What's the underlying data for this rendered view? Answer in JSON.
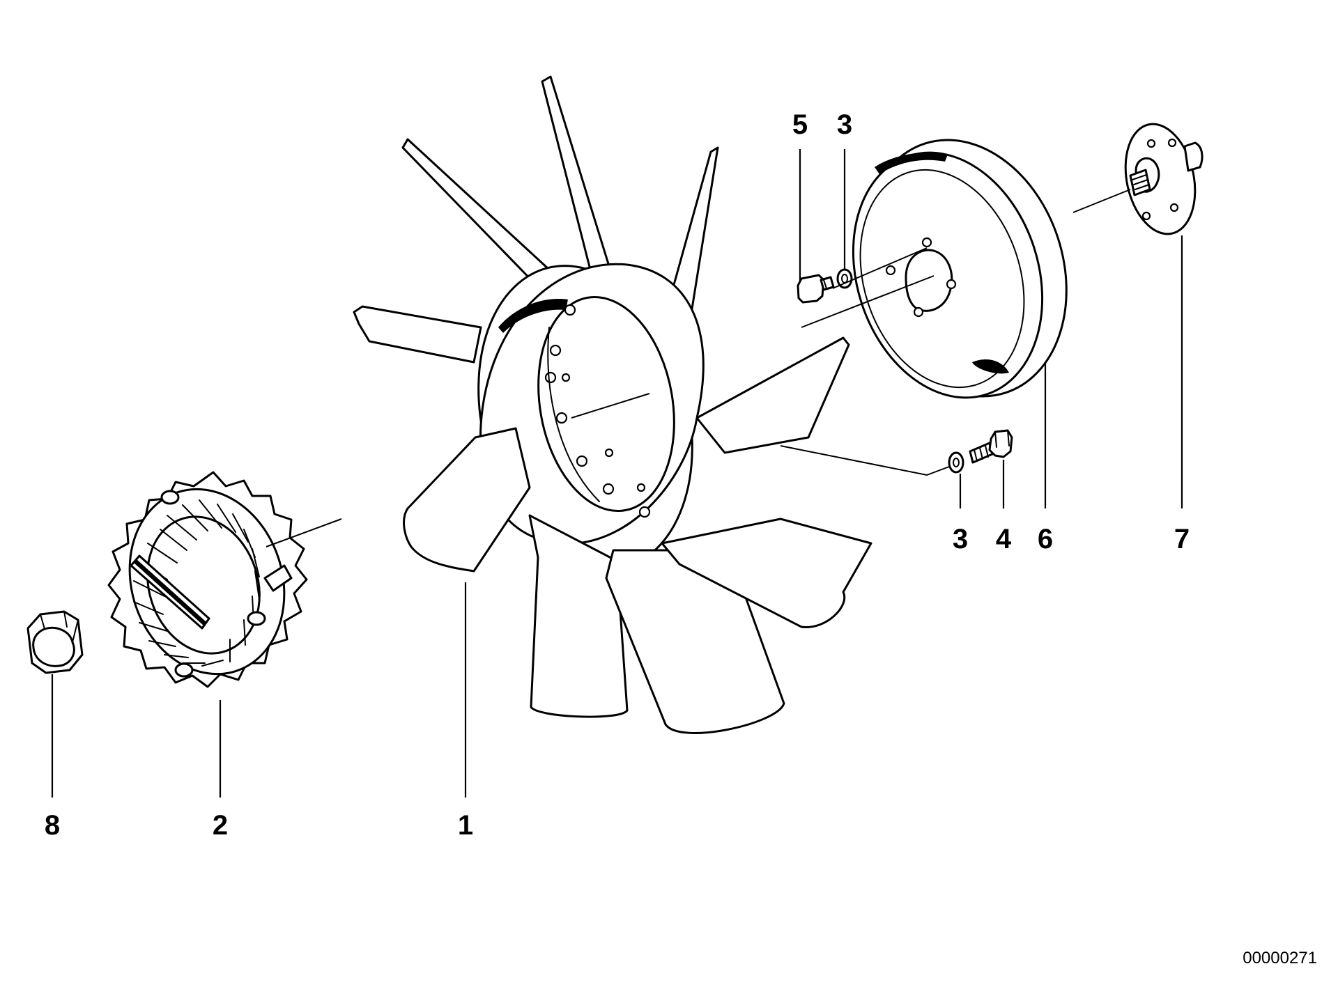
{
  "diagram": {
    "document_number": "00000271",
    "callouts": [
      {
        "id": "callout-1",
        "label": "1"
      },
      {
        "id": "callout-2",
        "label": "2"
      },
      {
        "id": "callout-3-upper",
        "label": "3"
      },
      {
        "id": "callout-3-lower",
        "label": "3"
      },
      {
        "id": "callout-4",
        "label": "4"
      },
      {
        "id": "callout-5",
        "label": "5"
      },
      {
        "id": "callout-6",
        "label": "6"
      },
      {
        "id": "callout-7",
        "label": "7"
      },
      {
        "id": "callout-8",
        "label": "8"
      }
    ],
    "parts": {
      "fan_blade": "fan-blade-icon",
      "viscous_clutch": "viscous-clutch-icon",
      "washer": "washer-icon",
      "bolt": "bolt-icon",
      "pulley": "pulley-icon",
      "hub": "hub-icon",
      "nut": "nut-icon"
    },
    "colors": {
      "ink": "#000000",
      "paper": "#ffffff"
    }
  }
}
